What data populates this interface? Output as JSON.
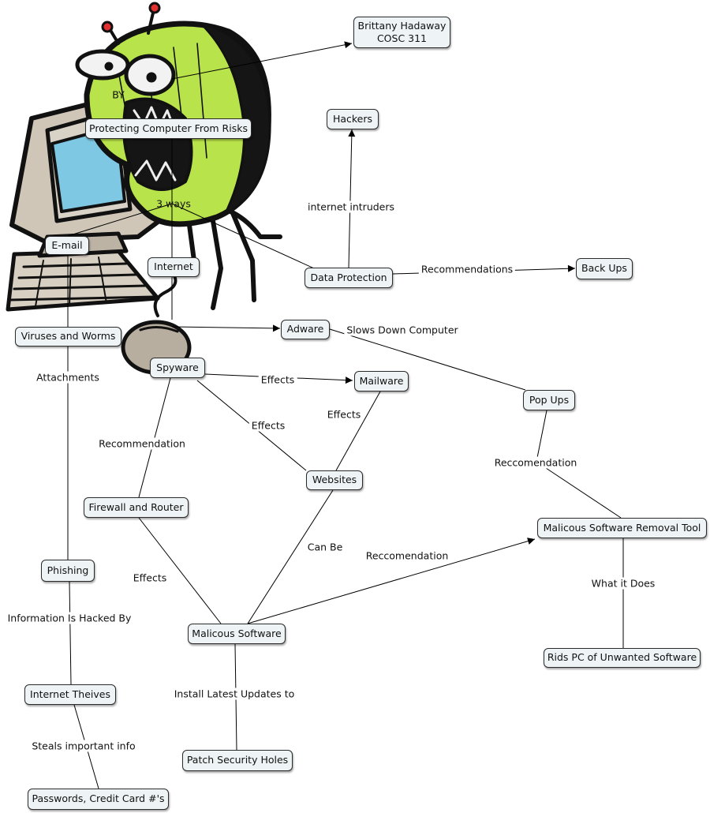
{
  "nodes": {
    "author": "Brittany Hadaway\nCOSC 311",
    "main": "Protecting Computer From Risks",
    "hackers": "Hackers",
    "backups": "Back Ups",
    "dataprot": "Data Protection",
    "email": "E-mail",
    "internet": "Internet",
    "viruses": "Viruses and Worms",
    "adware": "Adware",
    "spyware": "Spyware",
    "mailware": "Mailware",
    "popups": "Pop Ups",
    "websites": "Websites",
    "firewall": "Firewall and Router",
    "msrt": "Malicous Software Removal Tool",
    "phishing": "Phishing",
    "malsoft": "Malicous Software",
    "rids": "Rids PC of Unwanted Software",
    "thieves": "Internet Theives",
    "patch": "Patch Security Holes",
    "passwords": "Passwords, Credit Card #'s"
  },
  "links": {
    "by": "BY",
    "ways": "3 ways",
    "intruders": "internet intruders",
    "recs": "Recommendations",
    "slows": "Slows Down Computer",
    "effects1": "Effects",
    "effects2": "Effects",
    "effects3": "Effects",
    "effects4": "Effects",
    "attachments": "Attachments",
    "recommendation": "Recommendation",
    "reccomendation1": "Reccomendation",
    "reccomendation2": "Reccomendation",
    "canbe": "Can Be",
    "whatitdoes": "What it Does",
    "hackedby": "Information Is Hacked By",
    "install": "Install Latest Updates to",
    "steals": "Steals important info"
  },
  "colors": {
    "bug_green": "#b9e34a",
    "node_fill": "#eef3f6",
    "screen_blue": "#7ec8e3"
  },
  "icons": {
    "clipart": "computer-bug-illustration"
  }
}
